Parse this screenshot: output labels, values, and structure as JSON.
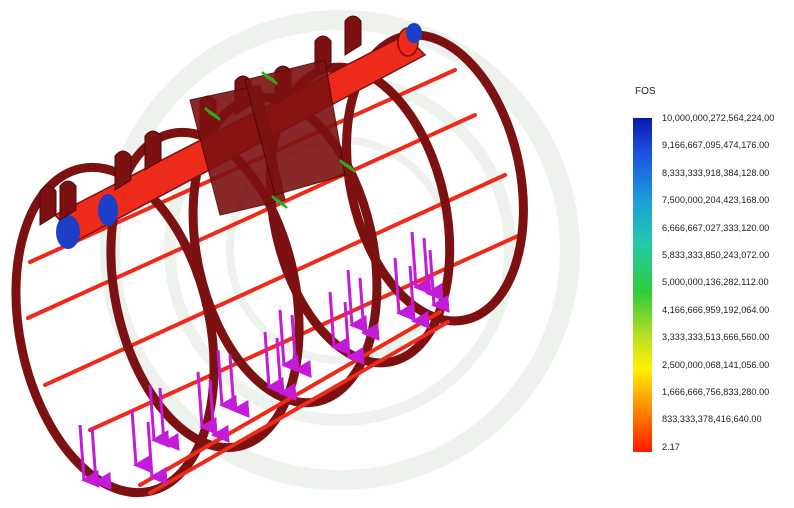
{
  "legend": {
    "title": "FOS",
    "labels": [
      "10,000,000,272,564,224.00",
      "9,166,667,095,474,176.00",
      "8,333,333,918,384,128.00",
      "7,500,000,204,423,168.00",
      "6,666,667,027,333,120.00",
      "5,833,333,850,243,072.00",
      "5,000,000,136,282,112.00",
      "4,166,666,959,192,064.00",
      "3,333,333,513,666,560.00",
      "2,500,000,068,141,056.00",
      "1,666,666,756,833,280.00",
      "833,333,378,416,640.00",
      "2.17"
    ]
  },
  "colors": {
    "frame": "#7d1111",
    "frame_edge": "#4a0606",
    "tube": "#ee2a1a",
    "end_cap": "#1d3fc7",
    "load_arrow": "#c41bd8",
    "fixture": "#3fcf2a"
  }
}
